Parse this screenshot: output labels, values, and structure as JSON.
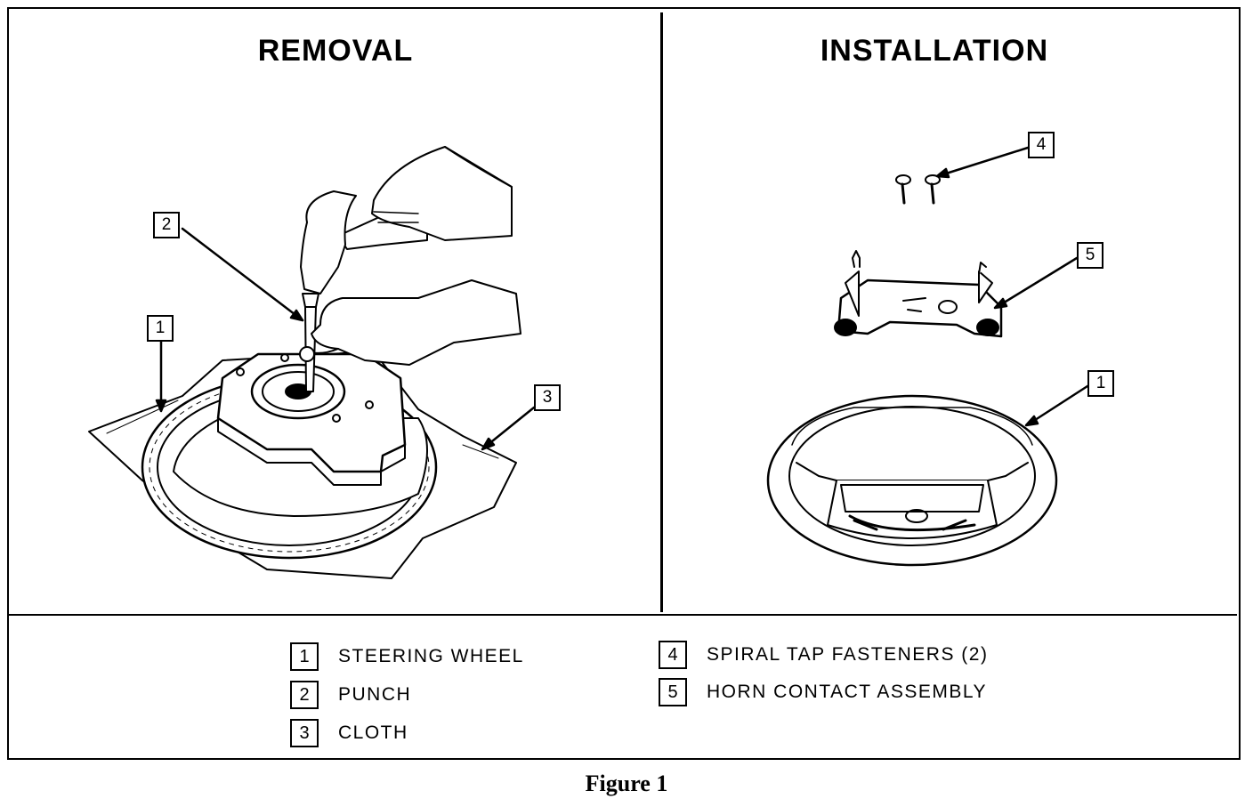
{
  "panels": {
    "removal_title": "REMOVAL",
    "installation_title": "INSTALLATION"
  },
  "callouts": {
    "removal_steering_wheel": "1",
    "removal_punch": "2",
    "removal_cloth": "3",
    "install_fasteners": "4",
    "install_horn_contact": "5",
    "install_steering_wheel": "1"
  },
  "legend": [
    {
      "num": "1",
      "label": "STEERING WHEEL"
    },
    {
      "num": "2",
      "label": "PUNCH"
    },
    {
      "num": "3",
      "label": "CLOTH"
    },
    {
      "num": "4",
      "label": "SPIRAL TAP FASTENERS (2)"
    },
    {
      "num": "5",
      "label": "HORN CONTACT ASSEMBLY"
    }
  ],
  "caption": "Figure 1"
}
